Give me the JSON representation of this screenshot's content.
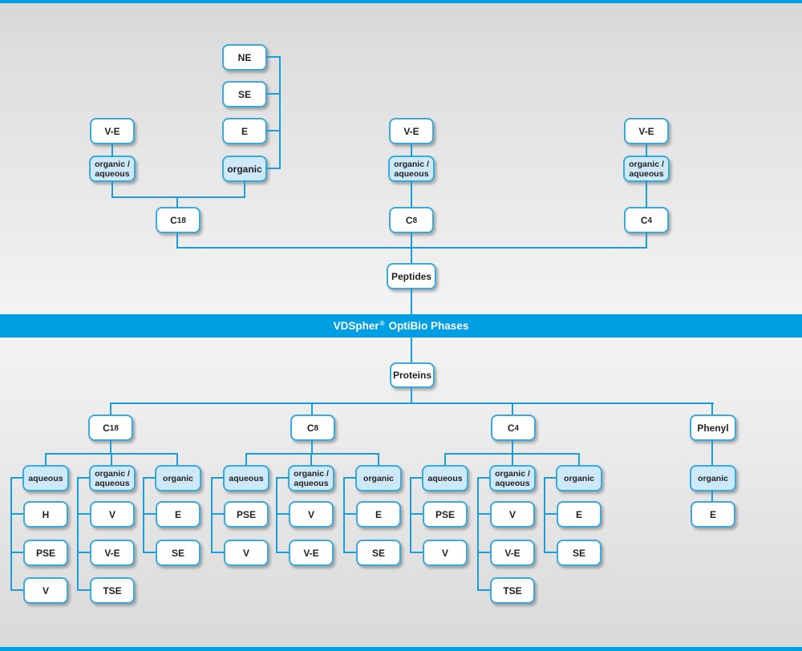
{
  "banner": {
    "brand": "VDSpher",
    "reg": "®",
    "rest": "OptiBio Phases"
  },
  "colors": {
    "accent_blue": "#009ee3",
    "line_blue": "#1a9dd9",
    "box_border": "#3aa9dc",
    "light_fill": "#cde9f8",
    "text": "#231f20",
    "background_gray": "#e6e6e6"
  },
  "peptides": {
    "root": "Peptides",
    "chain": {
      "items": [
        "NE",
        "SE",
        "E"
      ],
      "mode": "organic"
    },
    "left": {
      "top": "V-E",
      "mode": "organic /\naqueous",
      "col_prefix": "C",
      "col_sub": "18"
    },
    "mid": {
      "top": "V-E",
      "mode": "organic /\naqueous",
      "col_prefix": "C",
      "col_sub": "8"
    },
    "right": {
      "top": "V-E",
      "mode": "organic /\naqueous",
      "col_prefix": "C",
      "col_sub": "4"
    }
  },
  "proteins": {
    "root": "Proteins",
    "c18": {
      "prefix": "C",
      "sub": "18",
      "aqueous": {
        "label": "aqueous",
        "leaves": [
          "H",
          "PSE",
          "V"
        ]
      },
      "organic_aqueous": {
        "label": "organic /\naqueous",
        "leaves": [
          "V",
          "V-E",
          "TSE"
        ]
      },
      "organic": {
        "label": "organic",
        "leaves": [
          "E",
          "SE"
        ]
      }
    },
    "c8": {
      "prefix": "C",
      "sub": "8",
      "aqueous": {
        "label": "aqueous",
        "leaves": [
          "PSE",
          "V"
        ]
      },
      "organic_aqueous": {
        "label": "organic /\naqueous",
        "leaves": [
          "V",
          "V-E"
        ]
      },
      "organic": {
        "label": "organic",
        "leaves": [
          "E",
          "SE"
        ]
      }
    },
    "c4": {
      "prefix": "C",
      "sub": "4",
      "aqueous": {
        "label": "aqueous",
        "leaves": [
          "PSE",
          "V"
        ]
      },
      "organic_aqueous": {
        "label": "organic /\naqueous",
        "leaves": [
          "V",
          "V-E",
          "TSE"
        ]
      },
      "organic": {
        "label": "organic",
        "leaves": [
          "E",
          "SE"
        ]
      }
    },
    "phenyl": {
      "prefix": "Phenyl",
      "sub": "",
      "organic": {
        "label": "organic",
        "leaves": [
          "E"
        ]
      }
    }
  }
}
